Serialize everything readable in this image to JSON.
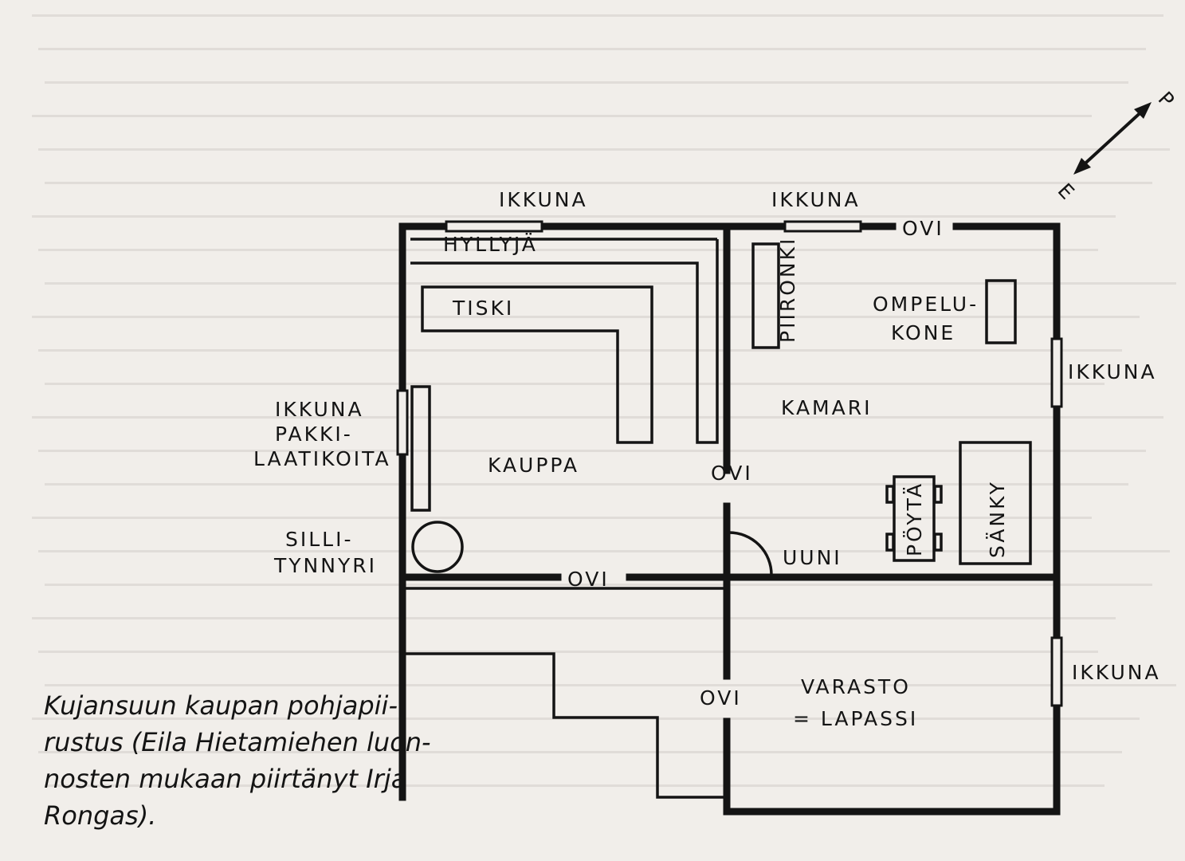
{
  "floorplan": {
    "labels": {
      "ikkuna_top_left": "IKKUNA",
      "ikkuna_top_right": "IKKUNA",
      "ovi_top": "OVI",
      "hyllyja": "HYLLYJÄ",
      "piironki": "PIIRONKI",
      "tiski": "TISKI",
      "ompelu_line1": "OMPELU-",
      "ompelu_line2": "KONE",
      "ikkuna_right": "IKKUNA",
      "kamari": "KAMARI",
      "ikkuna_left": "IKKUNA",
      "pakki_line1": "PAKKI-",
      "pakki_line2": "LAATIKOITA",
      "kauppa": "KAUPPA",
      "ovi_middle": "OVI",
      "poyta": "PÖYTÄ",
      "sanky": "SÄNKY",
      "silli_line1": "SILLI-",
      "silli_line2": "TYNNYRI",
      "uuni": "UUNI",
      "ovi_lower": "OVI",
      "ikkuna_lower_right": "IKKUNA",
      "ovi_varasto": "OVI",
      "varasto_line1": "VARASTO",
      "varasto_line2": "= LAPASSI"
    },
    "compass": {
      "north": "P",
      "east": "E"
    }
  },
  "caption": {
    "lines": [
      "Kujansuun kaupan pohjapii-",
      "rustus (Eila Hietamiehen luon-",
      "nosten mukaan piirtänyt Irja",
      "Rongas)."
    ]
  },
  "colors": {
    "ink": "#141414",
    "paper": "#f1eeea",
    "bleed_text": "#bfbab7"
  }
}
